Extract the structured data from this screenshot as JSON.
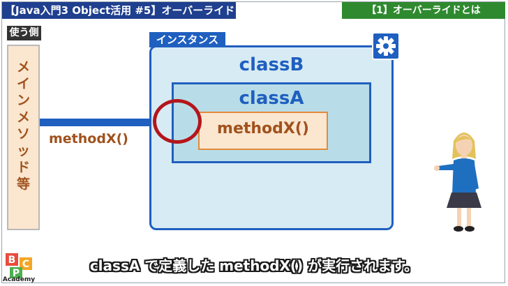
{
  "header": {
    "title": "【Java入門3 Object活用 #5】オーバーライド",
    "section": "【1】オーバーライドとは"
  },
  "caller": {
    "tag": "使う側",
    "label": "メインメソッド等",
    "call_label": "methodX()"
  },
  "diagram": {
    "instance_label": "インスタンス",
    "classB_label": "classB",
    "classA_label": "classA",
    "method_label": "methodX()"
  },
  "subtitle": "classA で定義した methodX() が実行されます。",
  "logo": {
    "text": "Academy"
  },
  "colors": {
    "header_blue": "#1f3f8f",
    "section_green": "#2f8a2f",
    "accent_blue": "#1f5fbf",
    "method_brown": "#a0521d",
    "ring_red": "#b3161c"
  }
}
